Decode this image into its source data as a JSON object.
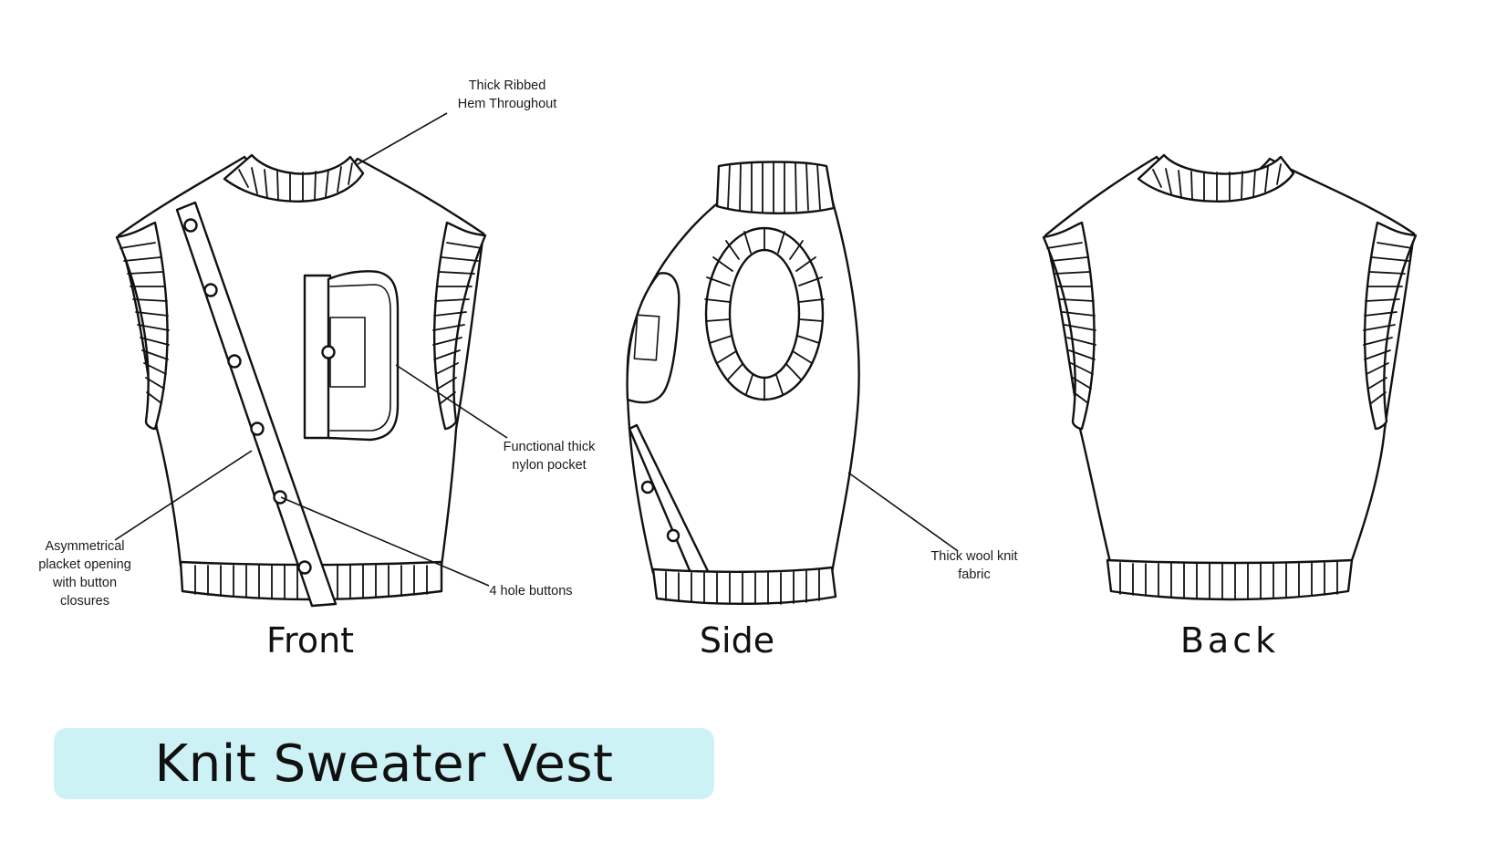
{
  "title": "Knit Sweater Vest",
  "colors": {
    "title_banner": "#cdf2f6",
    "line": "#111111",
    "garment_fill": "#ffffff"
  },
  "views": [
    {
      "key": "front",
      "label": "Front"
    },
    {
      "key": "side",
      "label": "Side"
    },
    {
      "key": "back",
      "label": "Back"
    }
  ],
  "callouts": {
    "ribbed_hem": "Thick Ribbed\nHem Throughout",
    "pocket": "Functional thick\nnylon pocket",
    "placket": "Asymmetrical\nplacket opening\nwith button\nclosures",
    "buttons": "4 hole buttons",
    "fabric": "Thick wool knit\nfabric"
  }
}
